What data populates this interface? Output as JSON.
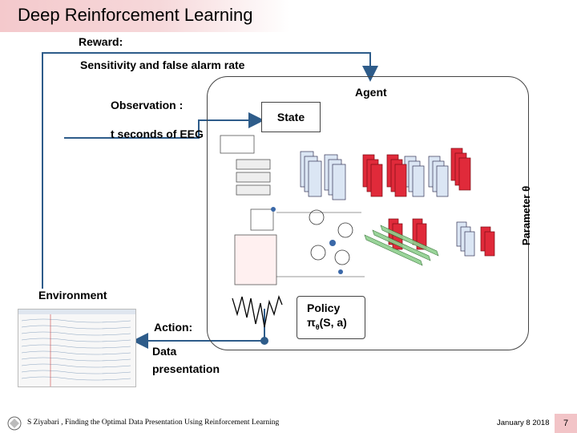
{
  "header": {
    "title": "Deep Reinforcement Learning"
  },
  "labels": {
    "reward": "Reward:",
    "reward_desc": "Sensitivity and false alarm rate",
    "agent": "Agent",
    "observation": "Observation :",
    "state": "State",
    "observation_desc": "t seconds of EEG",
    "parameter": "Parameter θ",
    "environment": "Environment",
    "action": "Action:",
    "action_desc_1": "Data",
    "action_desc_2": "presentation",
    "policy": "Policy",
    "policy_formula": "π",
    "policy_sub": "θ",
    "policy_args": "(S, a)"
  },
  "footer": {
    "citation": "S Ziyabari , Finding the Optimal Data Presentation Using Reinforcement Learning",
    "date": "January 8 2018",
    "page": "7"
  },
  "colors": {
    "title_bar": "#f4c9cc",
    "red_layers": "#e02a3a",
    "blue_layers": "#dbe6f4",
    "green_bands": "#8fd08f"
  }
}
